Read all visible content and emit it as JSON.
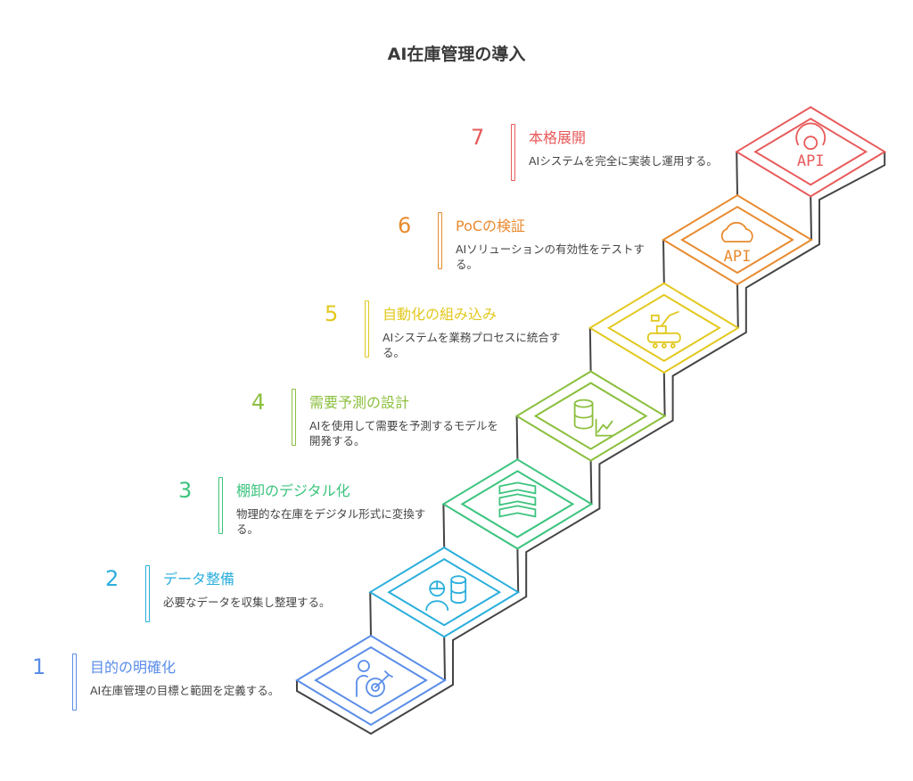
{
  "title": "AI在庫管理の導入",
  "steps": [
    {
      "number": "1",
      "title": "目的の明確化",
      "description": "AI在庫管理の目標と範囲を定義する。",
      "color": "#5a8de8",
      "icon": "target-person-icon"
    },
    {
      "number": "2",
      "title": "データ整備",
      "description": "必要なデータを収集し整理する。",
      "color": "#2aaedc",
      "icon": "engineer-database-icon"
    },
    {
      "number": "3",
      "title": "棚卸のデジタル化",
      "description": "物理的な在庫をデジタル形式に変換する。",
      "color": "#3cc47e",
      "icon": "server-stack-icon"
    },
    {
      "number": "4",
      "title": "需要予測の設計",
      "description": "AIを使用して需要を予測するモデルを開発する。",
      "color": "#8cbf3e",
      "icon": "database-chart-icon"
    },
    {
      "number": "5",
      "title": "自動化の組み込み",
      "description": "AIシステムを業務プロセスに統合する。",
      "color": "#e2c81e",
      "icon": "robot-conveyor-icon"
    },
    {
      "number": "6",
      "title": "PoCの検証",
      "description": "AIソリューションの有効性をテストする。",
      "color": "#e88b30",
      "icon": "cloud-api-icon"
    },
    {
      "number": "7",
      "title": "本格展開",
      "description": "AIシステムを完全に実装し運用する。",
      "color": "#e85a5a",
      "icon": "gear-api-icon"
    }
  ],
  "icon_text": "API"
}
